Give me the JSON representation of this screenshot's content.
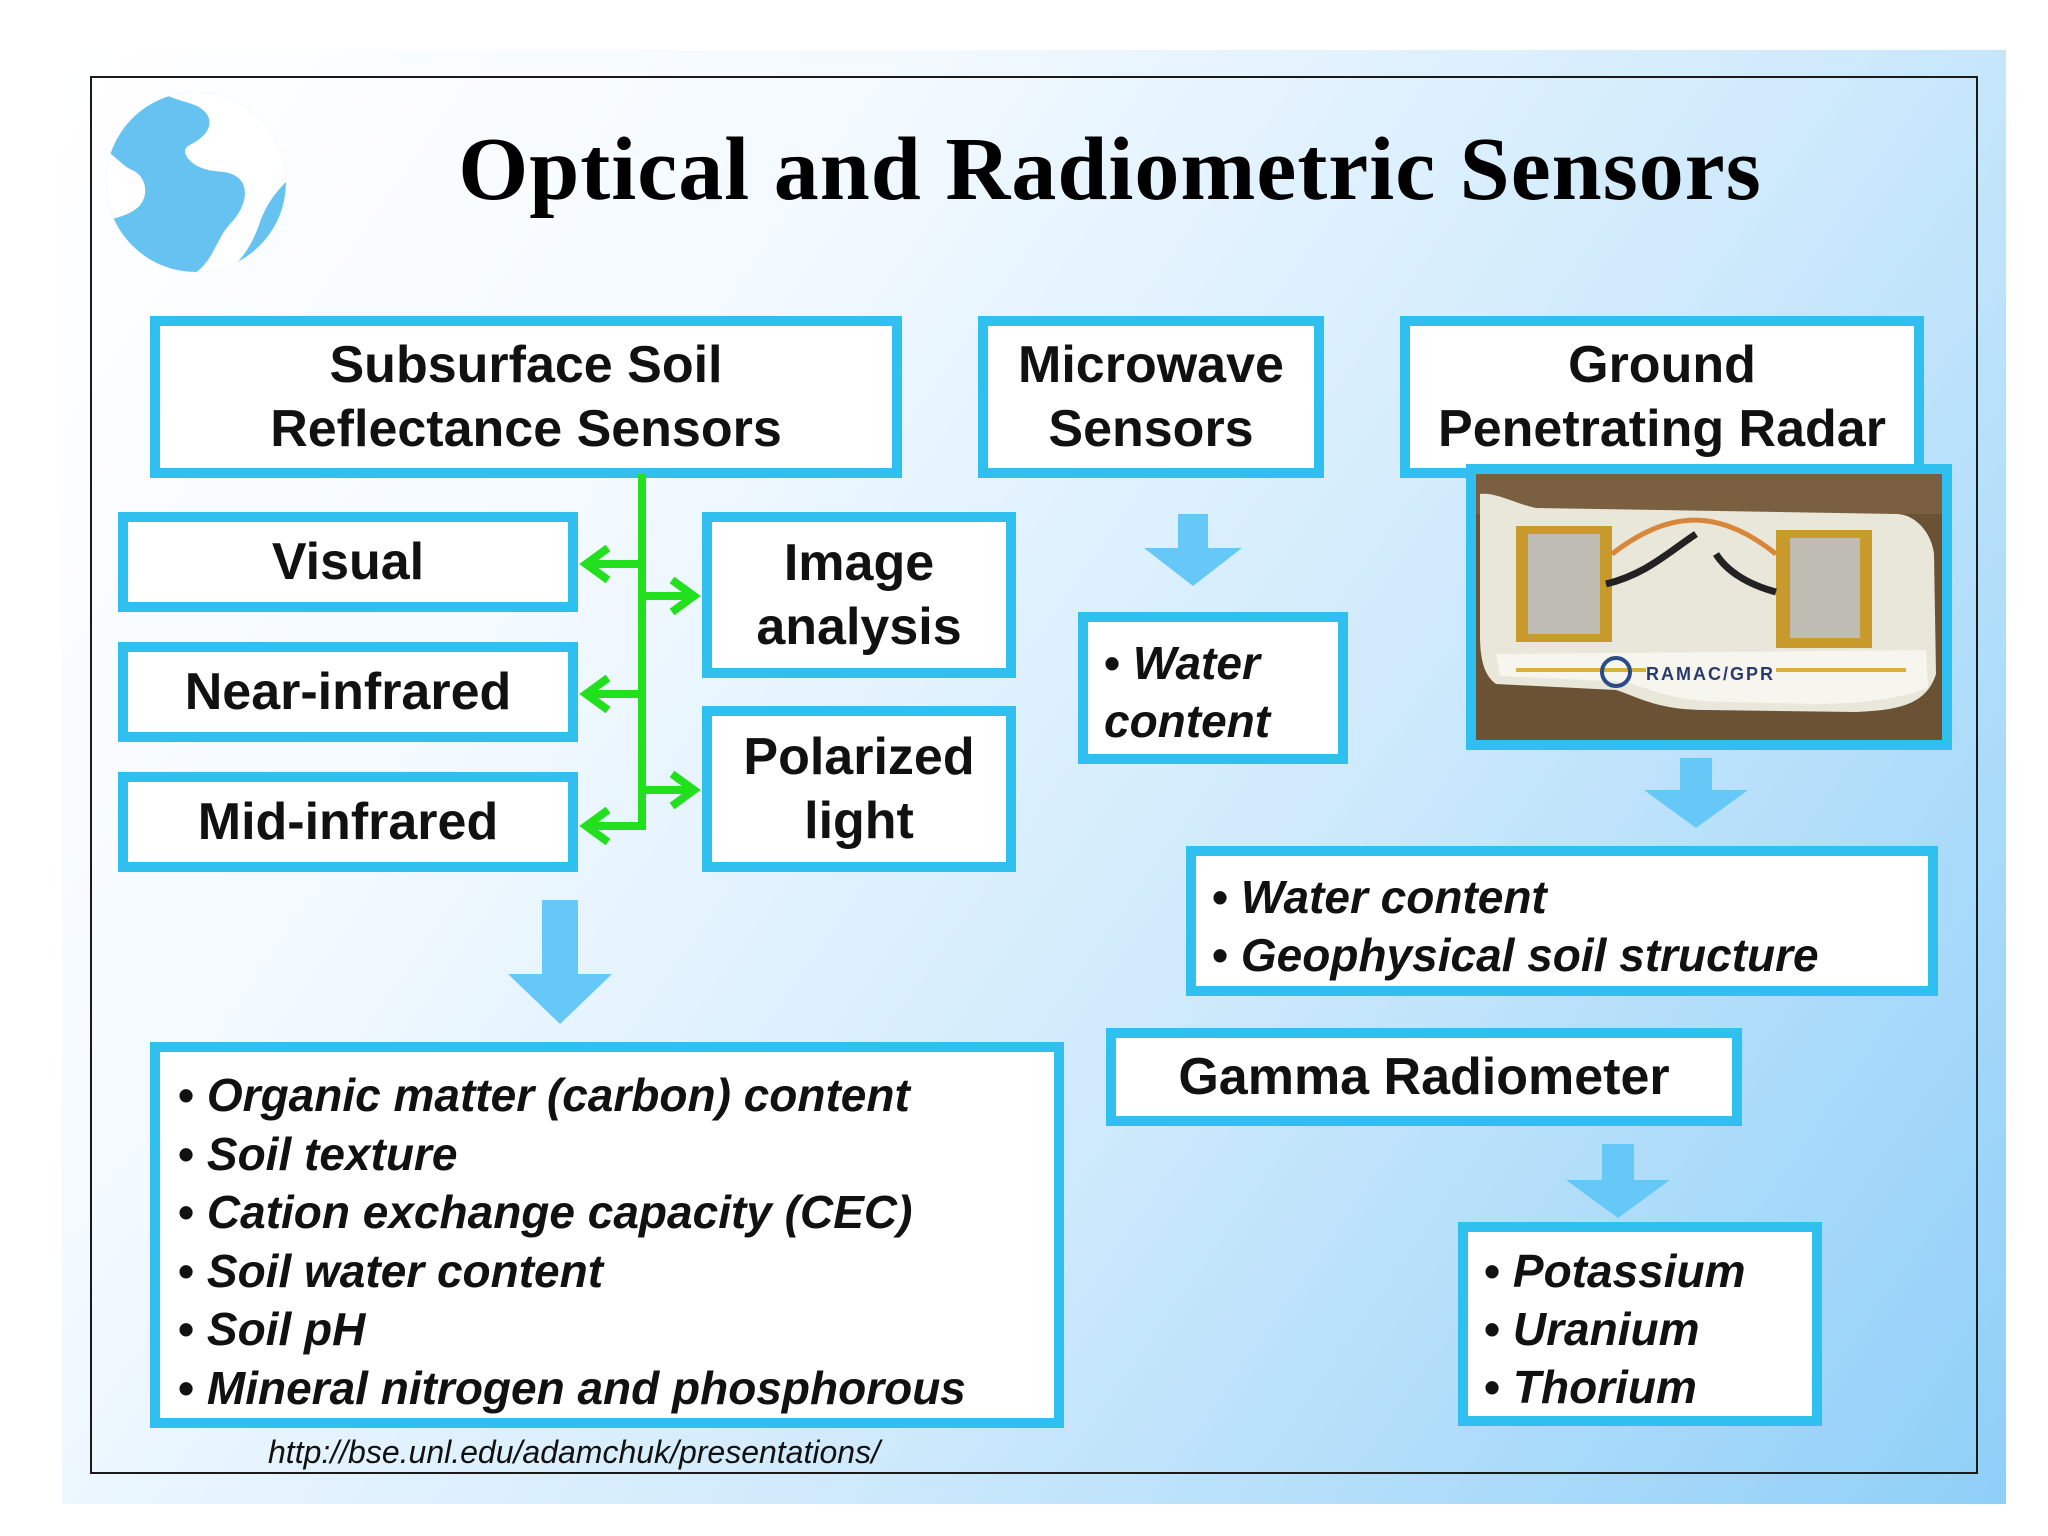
{
  "title": "Optical and Radiometric Sensors",
  "reflectance": {
    "heading": [
      "Subsurface Soil",
      "Reflectance Sensors"
    ],
    "visual": "Visual",
    "nir": "Near-infrared",
    "mir": "Mid-infrared",
    "image_analysis": [
      "Image",
      "analysis"
    ],
    "polarized": [
      "Polarized",
      "light"
    ],
    "outputs": [
      "Organic matter (carbon) content",
      "Soil texture",
      "Cation exchange capacity (CEC)",
      "Soil water content",
      "Soil pH",
      "Mineral nitrogen and phosphorous"
    ]
  },
  "microwave": {
    "heading": [
      "Microwave",
      "Sensors"
    ],
    "outputs": [
      "Water",
      "content"
    ]
  },
  "gpr": {
    "heading": [
      "Ground",
      "Penetrating Radar"
    ],
    "photo_label": "RAMAC/GPR",
    "outputs": [
      "Water content",
      "Geophysical soil structure"
    ]
  },
  "gamma": {
    "heading": "Gamma Radiometer",
    "outputs": [
      "Potassium",
      "Uranium",
      "Thorium"
    ]
  },
  "source_url": "http://bse.unl.edu/adamchuk/presentations/",
  "colors": {
    "box_border": "#2fc0f0",
    "flow_arrow": "#66c8f6",
    "connector": "#22e01e",
    "globe": "#66c2f0"
  }
}
